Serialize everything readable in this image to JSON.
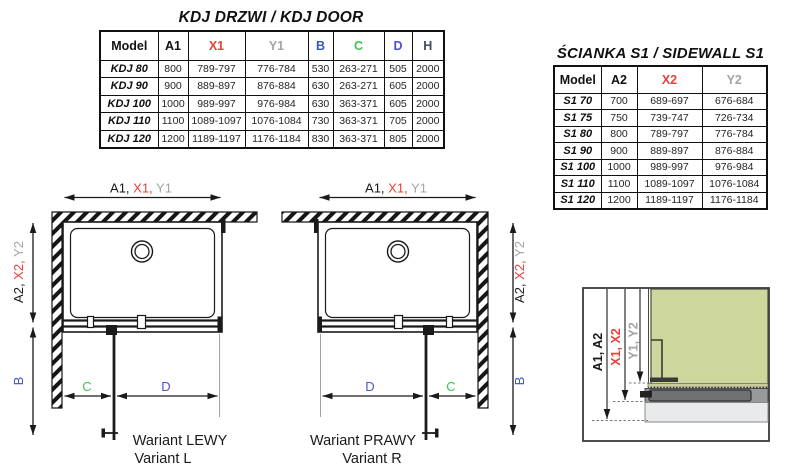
{
  "door_table": {
    "title": "KDJ DRZWI / KDJ DOOR",
    "columns": [
      {
        "label": "Model",
        "color": "#111111"
      },
      {
        "label": "A1",
        "color": "#111111"
      },
      {
        "label": "X1",
        "color": "#e8413a"
      },
      {
        "label": "Y1",
        "color": "#a2a4a7"
      },
      {
        "label": "B",
        "color": "#3c55c3"
      },
      {
        "label": "C",
        "color": "#3fc24e"
      },
      {
        "label": "D",
        "color": "#4f51c6"
      },
      {
        "label": "H",
        "color": "#454c59"
      }
    ],
    "rows": [
      [
        "KDJ 80",
        "800",
        "789-797",
        "776-784",
        "530",
        "263-271",
        "505",
        "2000"
      ],
      [
        "KDJ 90",
        "900",
        "889-897",
        "876-884",
        "630",
        "263-271",
        "605",
        "2000"
      ],
      [
        "KDJ 100",
        "1000",
        "989-997",
        "976-984",
        "630",
        "363-371",
        "605",
        "2000"
      ],
      [
        "KDJ 110",
        "1100",
        "1089-1097",
        "1076-1084",
        "730",
        "363-371",
        "705",
        "2000"
      ],
      [
        "KDJ 120",
        "1200",
        "1189-1197",
        "1176-1184",
        "830",
        "363-371",
        "805",
        "2000"
      ]
    ]
  },
  "sidewall_table": {
    "title": "ŚCIANKA S1 / SIDEWALL S1",
    "columns": [
      {
        "label": "Model",
        "color": "#111111"
      },
      {
        "label": "A2",
        "color": "#111111"
      },
      {
        "label": "X2",
        "color": "#e8413a"
      },
      {
        "label": "Y2",
        "color": "#a2a4a7"
      }
    ],
    "rows": [
      [
        "S1 70",
        "700",
        "689-697",
        "676-684"
      ],
      [
        "S1 75",
        "750",
        "739-747",
        "726-734"
      ],
      [
        "S1 80",
        "800",
        "789-797",
        "776-784"
      ],
      [
        "S1 90",
        "900",
        "889-897",
        "876-884"
      ],
      [
        "S1 100",
        "1000",
        "989-997",
        "976-984"
      ],
      [
        "S1 110",
        "1100",
        "1089-1097",
        "1076-1084"
      ],
      [
        "S1 120",
        "1200",
        "1189-1197",
        "1176-1184"
      ]
    ]
  },
  "diagrams": {
    "dim_top": [
      {
        "t": "A1, ",
        "c": "#1a1a1a"
      },
      {
        "t": "X1, ",
        "c": "#e8413a"
      },
      {
        "t": "Y1",
        "c": "#a2a4a7"
      }
    ],
    "dim_side": [
      {
        "t": "A2, ",
        "c": "#1a1a1a"
      },
      {
        "t": "X2, ",
        "c": "#e8413a"
      },
      {
        "t": "Y2",
        "c": "#a2a4a7"
      }
    ],
    "dim_b": "B",
    "dim_c": "C",
    "dim_d": "D",
    "left": {
      "caption_pl": "Wariant LEWY",
      "caption_en": "Variant L"
    },
    "right": {
      "caption_pl": "Wariant PRAWY",
      "caption_en": "Variant R"
    },
    "section": {
      "dim_a": "A1, A2",
      "dim_x": "X1, X2",
      "dim_y": "Y1, Y2"
    }
  },
  "colors": {
    "line": "#1a1a1a",
    "x_red": "#e8413a",
    "y_gray": "#a2a4a7",
    "b_blue": "#3c55c3",
    "c_green": "#3fc24e",
    "d_purple": "#4f51c6",
    "panel_green": "#cdd79b",
    "gray_dark": "#6f7173",
    "gray_mid": "#97999b",
    "gray_light": "#e9eaeb"
  }
}
